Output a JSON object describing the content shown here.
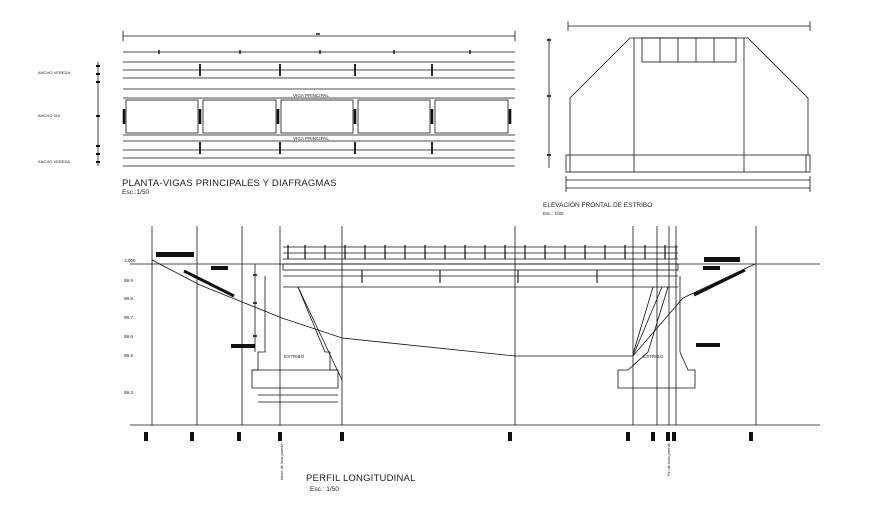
{
  "plan": {
    "title": "PLANTA-VIGAS PRINCIPALES Y DIAFRAGMAS",
    "scale": "Esc.:1/50",
    "left_labels": [
      "ANCHO VEREDA",
      "ANCHO VÍA",
      "ANCHO VEREDA"
    ],
    "beam_labels": [
      "VIGA PRINCIPAL",
      "VIGA PRINCIPAL"
    ]
  },
  "elevation": {
    "title": "ELEVACIÓN FRONTAL DE ESTRIBO",
    "scale": "Esc.: 1/50"
  },
  "profile": {
    "title": "PERFIL LONGITUDINAL",
    "scale": "Esc.: 1/50",
    "level_labels": [
      "1.000",
      "99.9",
      "99.8",
      "99.7",
      "99.6",
      "99.5",
      "99.3"
    ],
    "abutment_labels": [
      "ESTRIBO",
      "ESTRIBO"
    ],
    "station_labels": [
      "Inicio de losa puente",
      "Fin de losa puente"
    ]
  }
}
